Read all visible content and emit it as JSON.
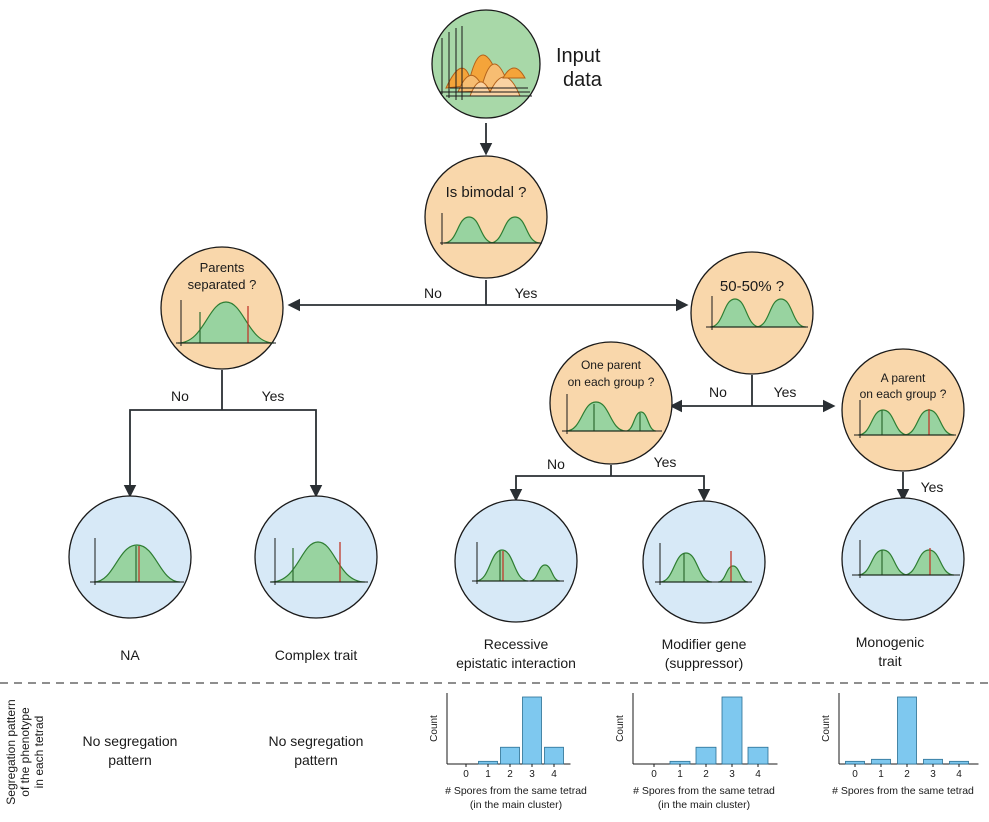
{
  "colors": {
    "question_fill": "#f9d7ab",
    "result_fill": "#d7e9f7",
    "input_fill": "#a8d8a8",
    "curve_fill": "#98d3a0",
    "curve_stroke": "#2e7d32",
    "bar_fill": "#7ec8ef",
    "arrow": "#2a2f33"
  },
  "input": {
    "label_line1": "Input",
    "label_line2": "data"
  },
  "q_bimodal": {
    "text": "Is bimodal ?"
  },
  "q_parents_sep": {
    "line1": "Parents",
    "line2": "separated ?"
  },
  "q_fifty": {
    "text": "50-50% ?"
  },
  "q_one_parent": {
    "line1": "One parent",
    "line2": "on each group ?"
  },
  "q_a_parent": {
    "line1": "A parent",
    "line2": "on each group ?"
  },
  "edges": {
    "no": "No",
    "yes": "Yes"
  },
  "results": {
    "na": {
      "line1": "NA"
    },
    "complex": {
      "line1": "Complex trait"
    },
    "recessive": {
      "line1": "Recessive",
      "line2": "epistatic interaction"
    },
    "modifier": {
      "line1": "Modifier gene",
      "line2": "(suppressor)"
    },
    "monogenic": {
      "line1": "Monogenic",
      "line2": "trait"
    }
  },
  "segregation": {
    "side_line1": "Segregation pattern",
    "side_line2": "of the phenotype",
    "side_line3": "in each tetrad",
    "no_pattern_1": {
      "line1": "No segregation",
      "line2": "pattern"
    },
    "no_pattern_2": {
      "line1": "No segregation",
      "line2": "pattern"
    }
  },
  "chart_data": [
    {
      "type": "bar",
      "categories": [
        "0",
        "1",
        "2",
        "3",
        "4"
      ],
      "values": [
        0,
        0.04,
        0.25,
        1.0,
        0.25
      ],
      "ylabel": "Count",
      "xlabel_line1": "# Spores from the same tetrad",
      "xlabel_line2": "(in the main cluster)"
    },
    {
      "type": "bar",
      "categories": [
        "0",
        "1",
        "2",
        "3",
        "4"
      ],
      "values": [
        0,
        0.04,
        0.25,
        1.0,
        0.25
      ],
      "ylabel": "Count",
      "xlabel_line1": "# Spores from the same tetrad",
      "xlabel_line2": "(in the main cluster)"
    },
    {
      "type": "bar",
      "categories": [
        "0",
        "1",
        "2",
        "3",
        "4"
      ],
      "values": [
        0.04,
        0.07,
        1.0,
        0.07,
        0.04
      ],
      "ylabel": "Count",
      "xlabel_line1": "# Spores from the same tetrad"
    }
  ]
}
